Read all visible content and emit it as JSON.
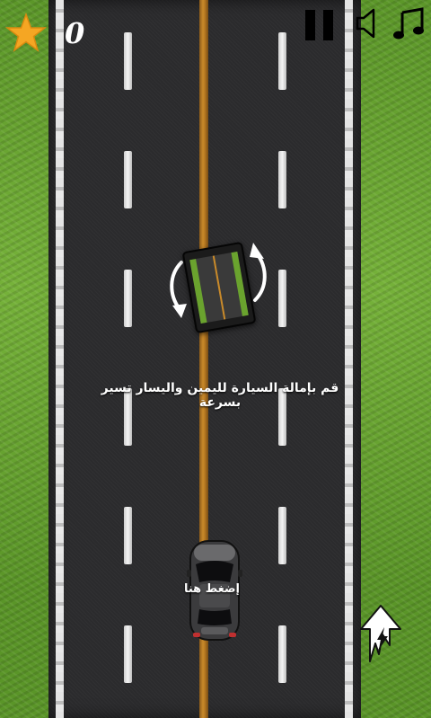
{
  "hud": {
    "score": "0",
    "icons": {
      "star": "star-icon",
      "pause": "pause-icon",
      "sound": "speaker-icon",
      "music": "music-note-icon",
      "boost": "lightning-boost-icon"
    }
  },
  "tutorial": {
    "instruction": "قم بإمالة السيارة لليمين واليسار تسير بسرعة",
    "tap_label": "إضغط هنا"
  },
  "colors": {
    "road": "#2b2b2d",
    "grass": "#5e9a2a",
    "center_line": "#c98a2a",
    "lane_marks": "#e6e6e6",
    "star": "#f5a623"
  }
}
